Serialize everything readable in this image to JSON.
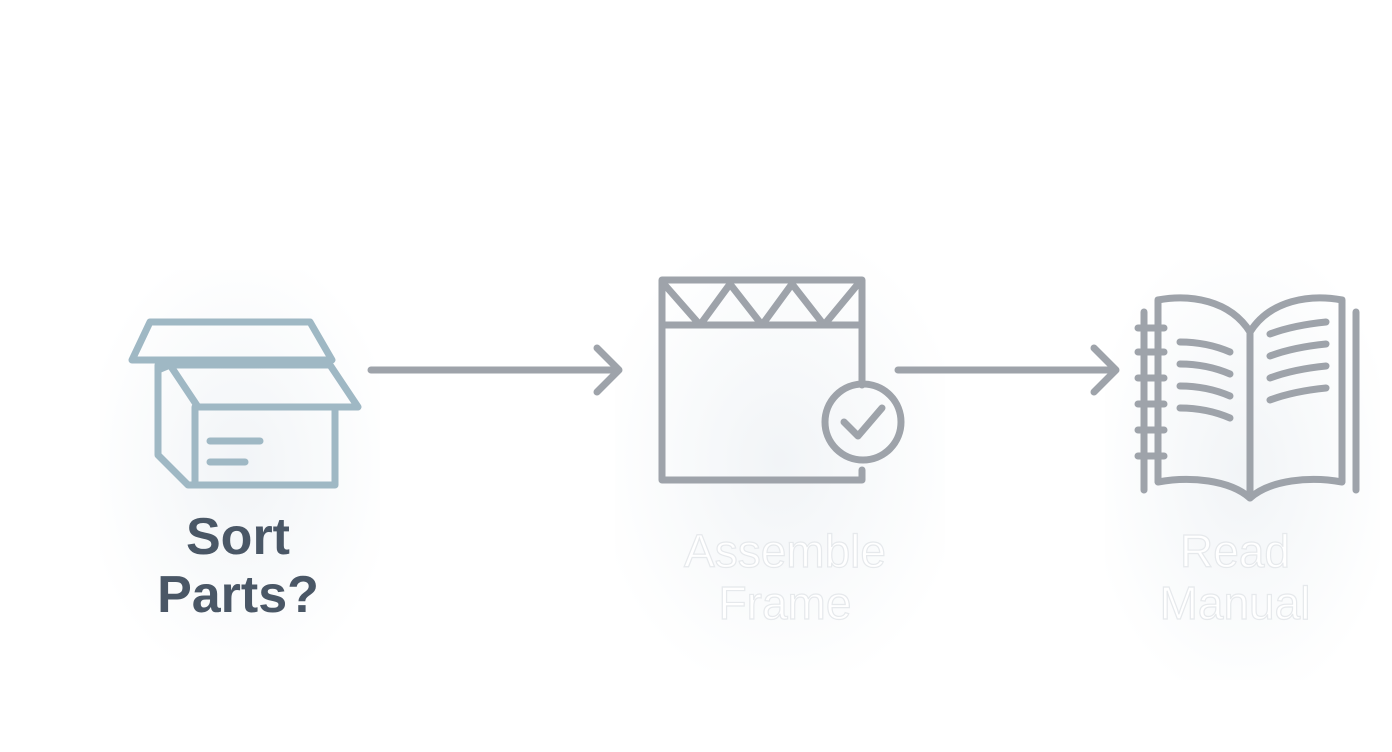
{
  "steps": [
    {
      "label_line1": "Sort",
      "label_line2": "Parts?",
      "icon": "open-box-icon"
    },
    {
      "label_line1": "Assemble",
      "label_line2": "Frame",
      "icon": "frame-check-icon"
    },
    {
      "label_line1": "Read",
      "label_line2": "Manual",
      "icon": "open-book-icon"
    }
  ],
  "colors": {
    "box_stroke": "#9fb8c4",
    "icon_stroke": "#9ea3aa",
    "arrow_stroke": "#9ea3aa",
    "active_label": "#4a5766",
    "faded_label_outline": "#e6e9ec"
  }
}
